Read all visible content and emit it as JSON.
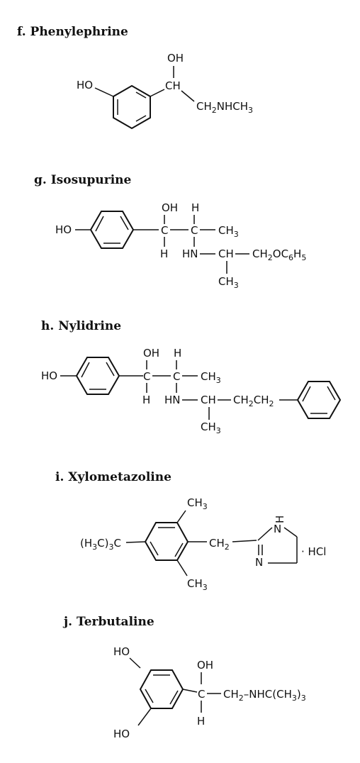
{
  "compounds": [
    {
      "title": "f. Phenylephrine",
      "labels": [
        "HO",
        "OH",
        "CH",
        "CH2NHCH3"
      ]
    },
    {
      "title": "g. Isosupurine",
      "labels": [
        "HO",
        "OH",
        "H",
        "C",
        "C",
        "CH3",
        "H",
        "HN",
        "CH",
        "CH2OC6H5",
        "CH3"
      ]
    },
    {
      "title": "h. Nylidrine",
      "labels": [
        "HO",
        "OH",
        "H",
        "C",
        "C",
        "CH3",
        "H",
        "HN",
        "CH",
        "CH2CH2",
        "CH3"
      ]
    },
    {
      "title": "i. Xylometazoline",
      "labels": [
        "CH3",
        "(H3C)3C",
        "CH2",
        "H",
        "N",
        "N",
        "· HCl",
        "CH3"
      ]
    },
    {
      "title": "j. Terbutaline",
      "labels": [
        "HO",
        "OH",
        "C",
        "CH2–NHC(CH3)3",
        "H",
        "HO"
      ]
    }
  ]
}
